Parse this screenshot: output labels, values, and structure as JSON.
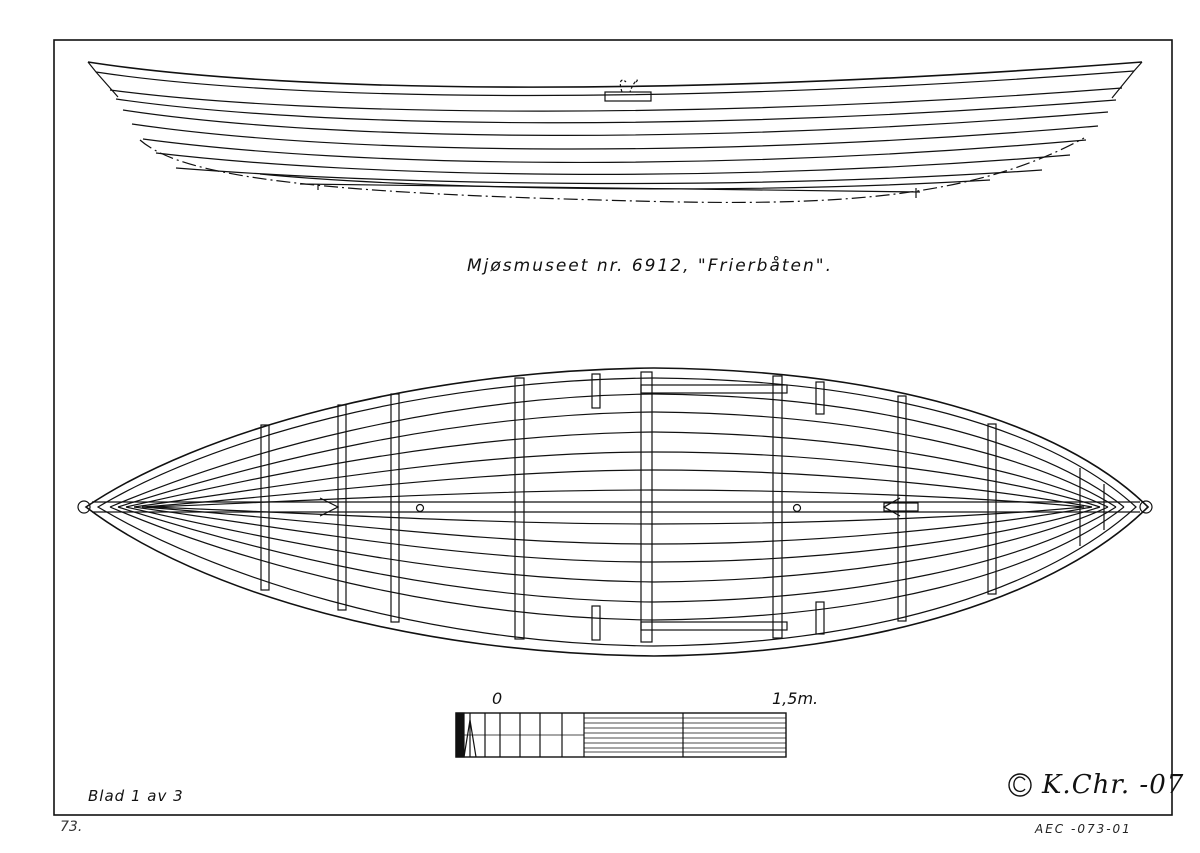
{
  "drawing": {
    "title": "Mjøsmuseet nr. 6912, \"Frierbåten\".",
    "scale_bar": {
      "start_label": "0",
      "end_label": "1,5m."
    },
    "sheet_label": "Blad 1 av 3",
    "page_number": "73.",
    "catalog_number": "AEC -073-01",
    "signature": {
      "copyright_symbol": "©",
      "text": "K.Chr. -07"
    }
  },
  "views": {
    "side_profile": {
      "name": "side elevation of rowing boat"
    },
    "plan_view": {
      "name": "top plan view of rowing boat"
    }
  }
}
